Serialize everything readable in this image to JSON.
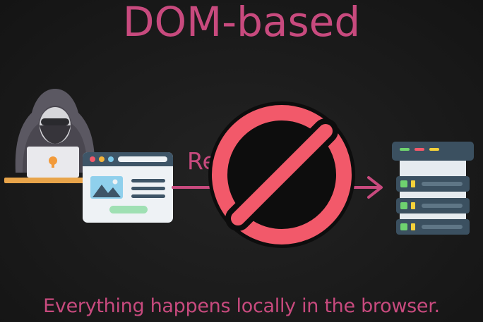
{
  "title": "DOM-based",
  "request_label": "Request",
  "caption": "Everything happens locally in the browser.",
  "colors": {
    "accent": "#c84a7e",
    "background": "#1b1b1b",
    "prohibition": "#f2596a",
    "browser_window": "#eef2f5",
    "server": "#3b5060",
    "hacker_hood": "#5b5862"
  },
  "icons": {
    "attacker": "hacker-at-laptop-icon",
    "browser": "browser-window-icon",
    "blocked": "prohibition-sign-icon",
    "server": "server-rack-icon",
    "arrow": "arrow-right-icon"
  }
}
